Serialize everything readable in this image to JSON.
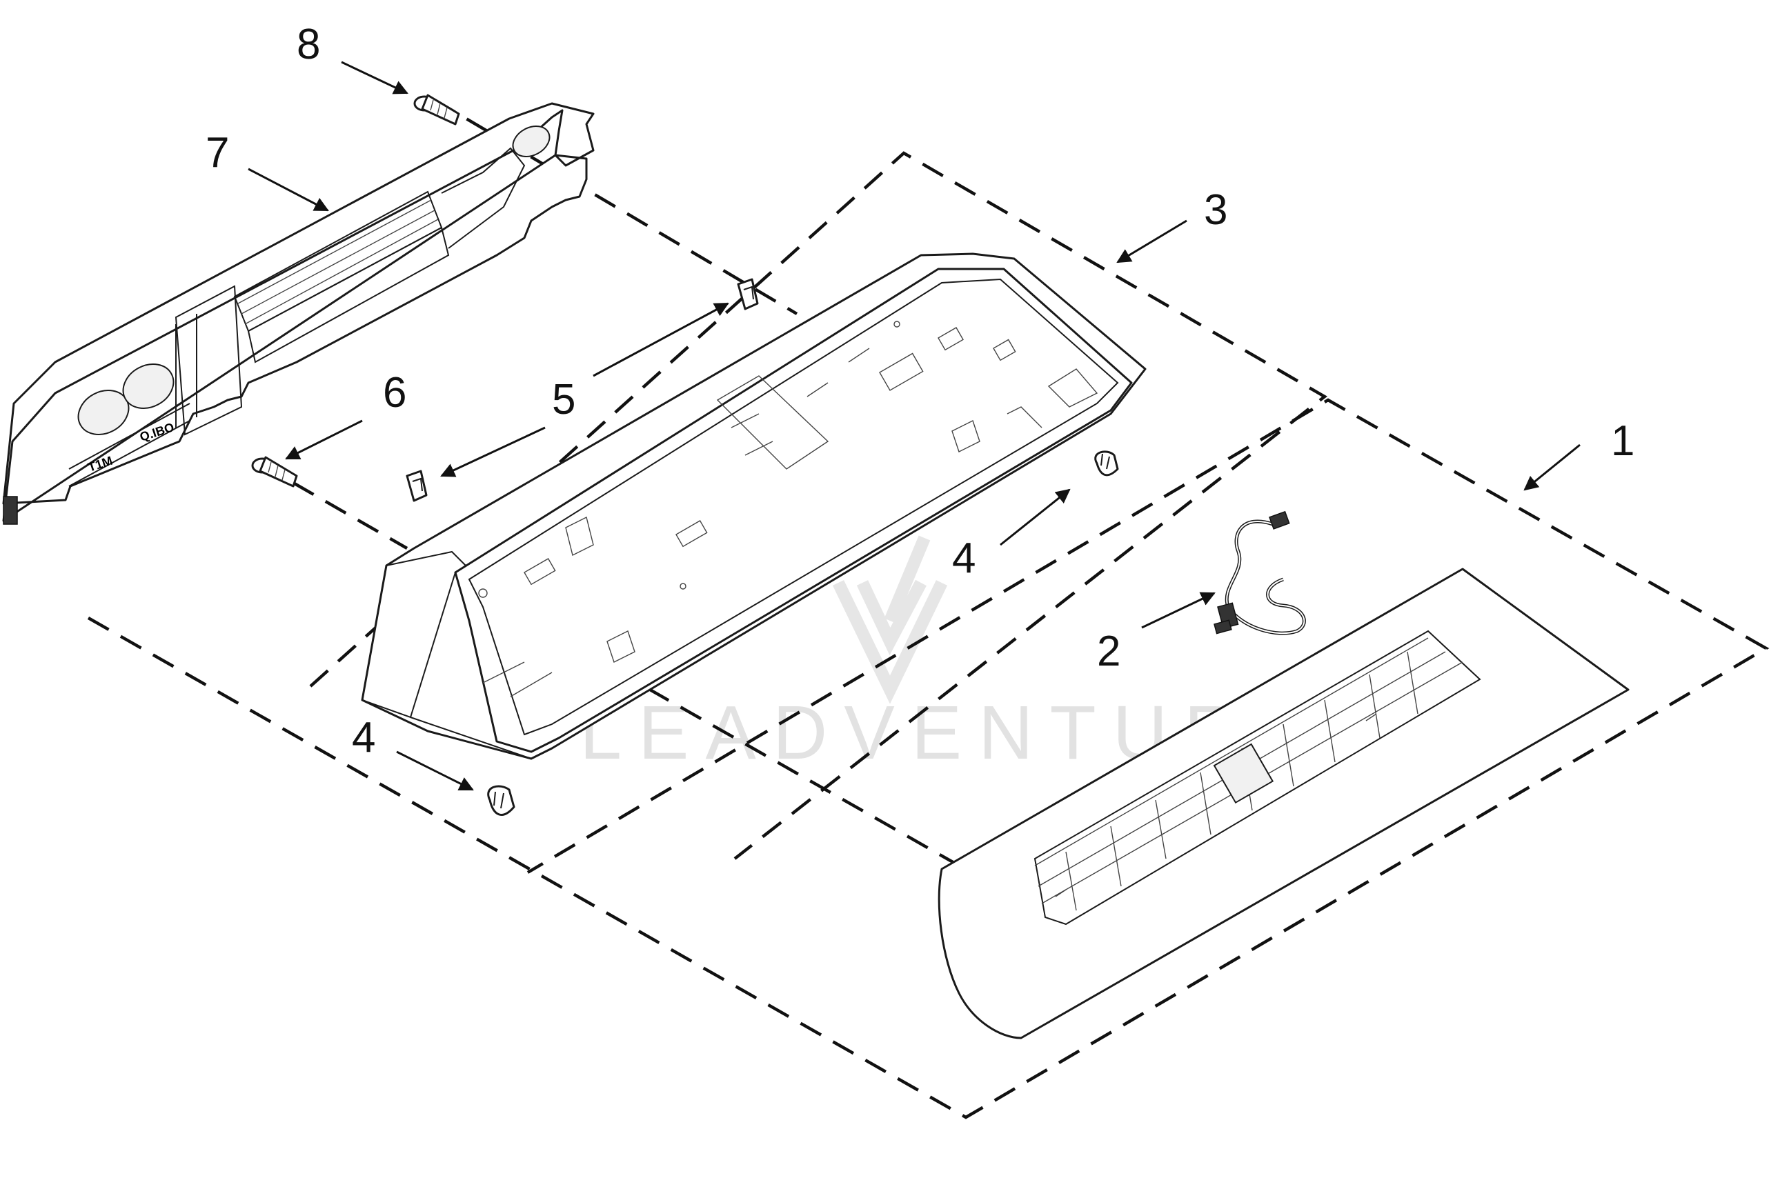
{
  "watermark": "LEADVENTURE",
  "callouts": [
    {
      "id": "1",
      "label": "1"
    },
    {
      "id": "2",
      "label": "2"
    },
    {
      "id": "3",
      "label": "3"
    },
    {
      "id": "4a",
      "label": "4"
    },
    {
      "id": "4b",
      "label": "4"
    },
    {
      "id": "5",
      "label": "5"
    },
    {
      "id": "6",
      "label": "6"
    },
    {
      "id": "7",
      "label": "7"
    },
    {
      "id": "8",
      "label": "8"
    }
  ],
  "part_markings": {
    "left": "T1M",
    "right": "Q.IBO"
  },
  "colors": {
    "line": "#1a1a1a",
    "watermark": "#e2e2e2",
    "background": "#ffffff"
  }
}
